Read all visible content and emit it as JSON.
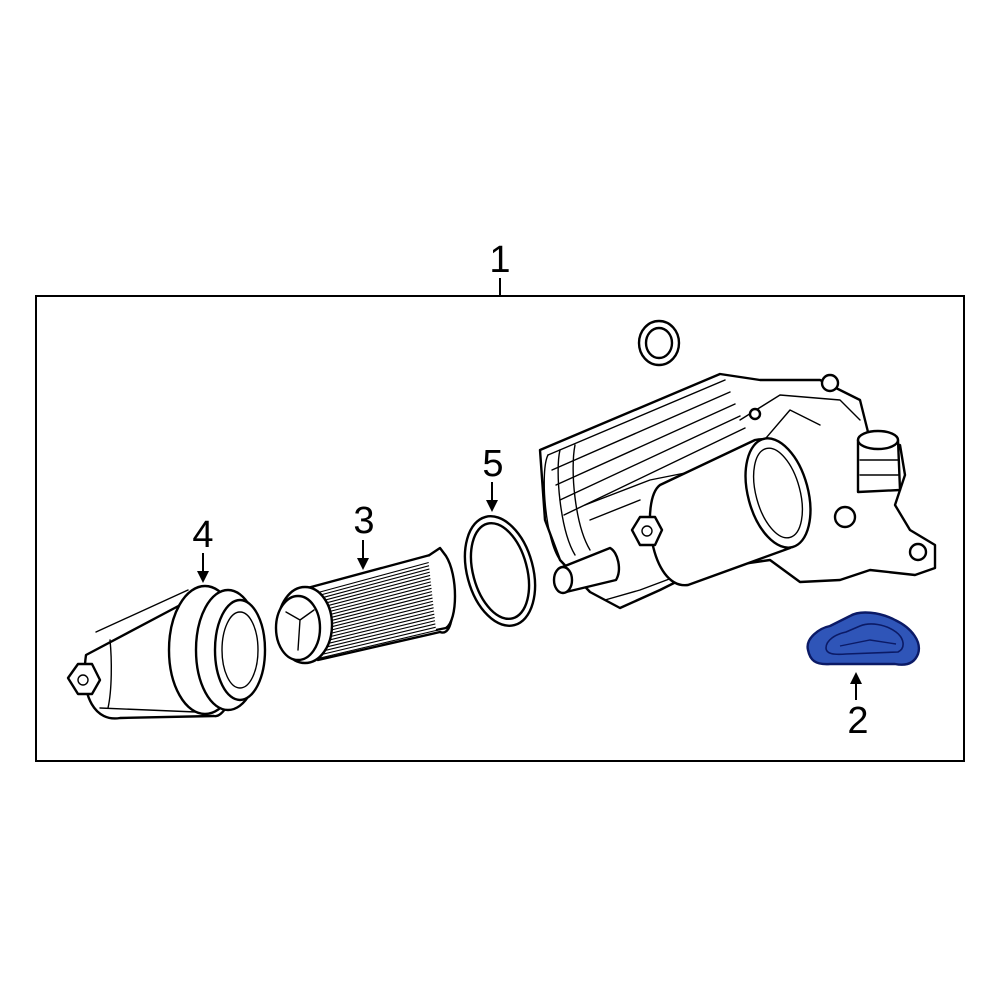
{
  "callouts": [
    {
      "id": "1",
      "label": "1"
    },
    {
      "id": "2",
      "label": "2"
    },
    {
      "id": "3",
      "label": "3"
    },
    {
      "id": "4",
      "label": "4"
    },
    {
      "id": "5",
      "label": "5"
    }
  ],
  "colors": {
    "line": "#000000",
    "background": "#ffffff",
    "highlight_fill": "#2f55b8",
    "highlight_stroke": "#0b1a66"
  },
  "highlighted_part": "2"
}
